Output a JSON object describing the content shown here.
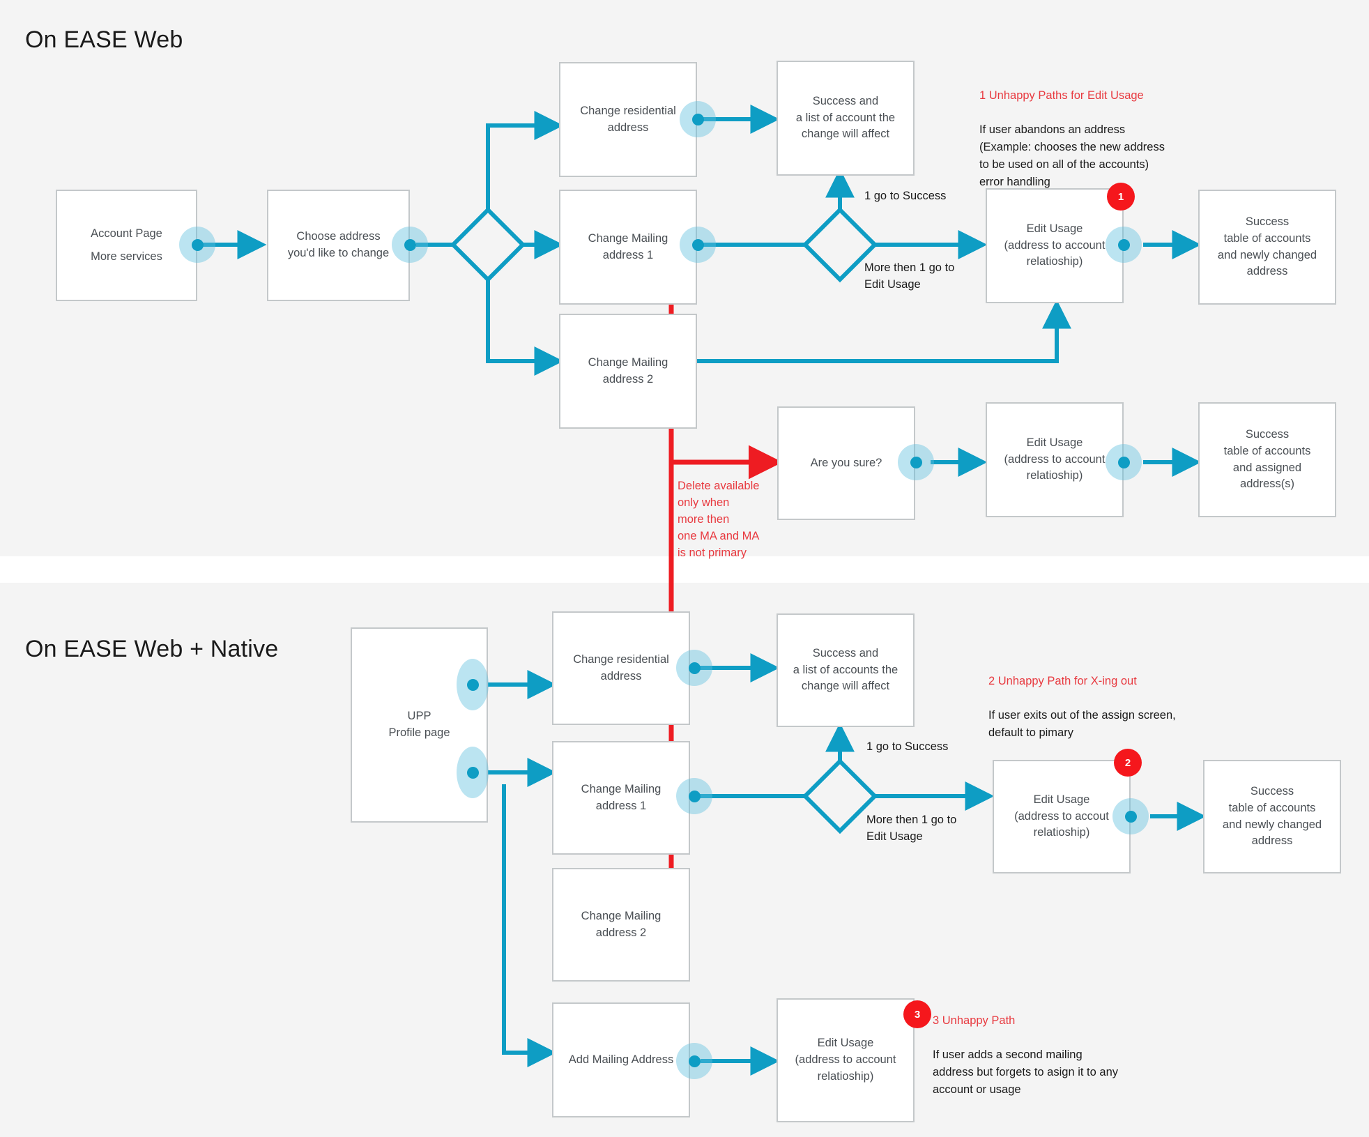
{
  "sections": [
    {
      "id": "web",
      "title": "On EASE Web",
      "nodes": [
        {
          "id": "account-page",
          "lines": [
            "Account Page",
            "More services"
          ]
        },
        {
          "id": "choose-address",
          "lines": [
            "Choose address",
            "you'd like to change"
          ]
        },
        {
          "id": "change-residential",
          "lines": [
            "Change residential",
            "address"
          ]
        },
        {
          "id": "change-mailing-1",
          "lines": [
            "Change Mailing",
            "address 1"
          ]
        },
        {
          "id": "change-mailing-2",
          "lines": [
            "Change Mailing",
            "address 2"
          ]
        },
        {
          "id": "success-list",
          "lines": [
            "Success and",
            "a list of account the",
            "change will affect"
          ]
        },
        {
          "id": "edit-usage-top",
          "lines": [
            "Edit Usage",
            "(address to account",
            "relatioship)"
          ]
        },
        {
          "id": "success-newly-changed",
          "lines": [
            "Success",
            "table of accounts",
            "and newly changed",
            "address"
          ]
        },
        {
          "id": "are-you-sure",
          "lines": [
            "Are you sure?"
          ]
        },
        {
          "id": "edit-usage-bottom",
          "lines": [
            "Edit Usage",
            "(address to account",
            "relatioship)"
          ]
        },
        {
          "id": "success-assigned",
          "lines": [
            "Success",
            "table of accounts",
            "and assigned",
            "address(s)"
          ]
        }
      ],
      "edge_labels": [
        {
          "id": "go-to-success",
          "text": "1 go to Success"
        },
        {
          "id": "more-then-1",
          "text": "More then 1 go to\nEdit Usage"
        }
      ],
      "notes": [
        {
          "id": "unhappy-1",
          "title": "1 Unhappy Paths for Edit Usage",
          "body": "If user abandons an address\n(Example: chooses the new address\nto be used on all of the accounts)\nerror handling"
        }
      ],
      "red_notes": [
        {
          "id": "delete-available",
          "text": "Delete available\nonly when\nmore then\none MA and MA\nis not primary"
        }
      ],
      "badges": [
        {
          "id": "badge-1",
          "label": "1"
        }
      ]
    },
    {
      "id": "native",
      "title": "On EASE Web + Native",
      "nodes": [
        {
          "id": "upp-profile",
          "lines": [
            "UPP",
            "Profile page"
          ]
        },
        {
          "id": "change-residential-2",
          "lines": [
            "Change residential",
            "address"
          ]
        },
        {
          "id": "change-mailing-1b",
          "lines": [
            "Change Mailing",
            "address 1"
          ]
        },
        {
          "id": "change-mailing-2b",
          "lines": [
            "Change Mailing",
            "address 2"
          ]
        },
        {
          "id": "add-mailing-address",
          "lines": [
            "Add Mailing Address"
          ]
        },
        {
          "id": "success-list-2",
          "lines": [
            "Success and",
            "a list of accounts the",
            "change will affect"
          ]
        },
        {
          "id": "edit-usage-2",
          "lines": [
            "Edit Usage",
            "(address to accout",
            "relatioship)"
          ]
        },
        {
          "id": "success-newly-changed-2",
          "lines": [
            "Success",
            "table of accounts",
            "and newly changed",
            "address"
          ]
        },
        {
          "id": "edit-usage-3",
          "lines": [
            "Edit Usage",
            "(address to account",
            "relatioship)"
          ]
        }
      ],
      "edge_labels": [
        {
          "id": "go-to-success-2",
          "text": "1 go to Success"
        },
        {
          "id": "more-then-1-2",
          "text": "More then 1 go to\nEdit Usage"
        }
      ],
      "notes": [
        {
          "id": "unhappy-2",
          "title": "2 Unhappy Path for X-ing out",
          "body": "If user exits out of the assign screen,\ndefault to pimary"
        },
        {
          "id": "unhappy-3",
          "title": "3 Unhappy Path",
          "body": " If user adds a second mailing\naddress but forgets to asign it to any\naccount or usage"
        }
      ],
      "badges": [
        {
          "id": "badge-2",
          "label": "2"
        },
        {
          "id": "badge-3",
          "label": "3"
        }
      ]
    }
  ],
  "colors": {
    "flow_teal": "#0e9dc4",
    "delete_red": "#ee1c22",
    "badge_red": "#f5171c",
    "note_red": "#e8393f",
    "node_border": "#c4c8ca",
    "band_bg": "#f4f4f4",
    "hotspot_halo": "#a9dcec"
  }
}
